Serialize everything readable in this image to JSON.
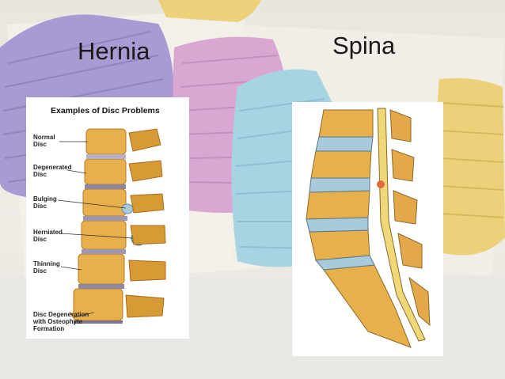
{
  "slide": {
    "left_heading": "Hernia",
    "right_heading": "Spina"
  },
  "hernia_figure": {
    "title": "Examples of Disc Problems",
    "labels": [
      {
        "line1": "Normal",
        "line2": "Disc"
      },
      {
        "line1": "Degenerated",
        "line2": "Disc"
      },
      {
        "line1": "Bulging",
        "line2": "Disc"
      },
      {
        "line1": "Herniated",
        "line2": "Disc"
      },
      {
        "line1": "Thinning",
        "line2": "Disc"
      },
      {
        "line1": "Disc Degeneration",
        "line2": "with Osteophyte",
        "line3": "Formation"
      }
    ]
  },
  "colors": {
    "bone": "#e8b04a",
    "bone_dark": "#c98a2a",
    "disc_blue": "#a9c9dd",
    "herniation": "#6fb7cf",
    "thread_purple": "#a99ad3",
    "thread_pink": "#d9a7d2",
    "thread_blue": "#a8d3e3",
    "thread_yellow": "#ecd07a"
  }
}
